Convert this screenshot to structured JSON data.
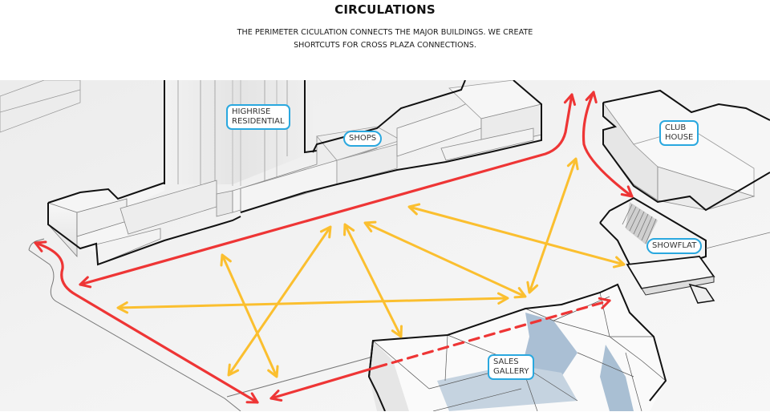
{
  "header": {
    "title": "CIRCULATIONS",
    "subtitle_lines": [
      "THE PERIMETER CICULATION CONNECTS THE MAJOR BUILDINGS. WE CREATE",
      "SHORTCUTS FOR CROSS PLAZA CONNECTIONS."
    ]
  },
  "labels": {
    "highrise": [
      "HIGHRISE",
      "RESIDENTIAL"
    ],
    "shops": [
      "SHOPS"
    ],
    "clubhouse": [
      "CLUB",
      "HOUSE"
    ],
    "showflat": [
      "SHOWFLAT"
    ],
    "sales_gallery": [
      "SALES",
      "GALLERY"
    ]
  },
  "legend_semantics": {
    "perimeter_circulation": "red solid arrows",
    "cross_plaza_shortcuts": "yellow double-headed arrows",
    "through_building_route": "red dashed arrow"
  },
  "colors": {
    "perimeter_red": "#ee3535",
    "shortcut_yellow": "#fbbf2f",
    "label_border_blue": "#2aa8df",
    "glass_blue": "#a9bfd3",
    "building_face": "#f4f4f4",
    "ground": "#efefef",
    "outline": "#111111"
  }
}
